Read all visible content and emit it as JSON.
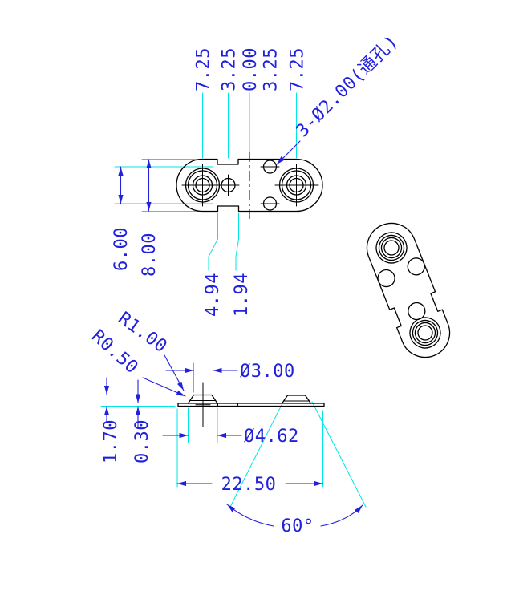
{
  "drawing": {
    "type": "cad-engineering-drawing",
    "colors": {
      "geometry": "#000000",
      "dimension": "#2121dd",
      "extension": "#00e6e6",
      "background": "#ffffff"
    },
    "top_view": {
      "ordinates": [
        "7.25",
        "3.25",
        "0.00",
        "3.25",
        "7.25"
      ],
      "hole_note": "3-Ø2.00(通孔)",
      "dim_inner_height": "6.00",
      "dim_outer_height": "8.00",
      "notch_ordinates": [
        "4.94",
        "1.94"
      ]
    },
    "side_view": {
      "radius_outer": "R1.00",
      "radius_inner": "R0.50",
      "dia_boss_top": "Ø3.00",
      "dia_boss_base": "Ø4.62",
      "dim_total_height": "1.70",
      "dim_thickness": "0.30",
      "dim_length": "22.50",
      "dim_angle": "60°"
    }
  }
}
